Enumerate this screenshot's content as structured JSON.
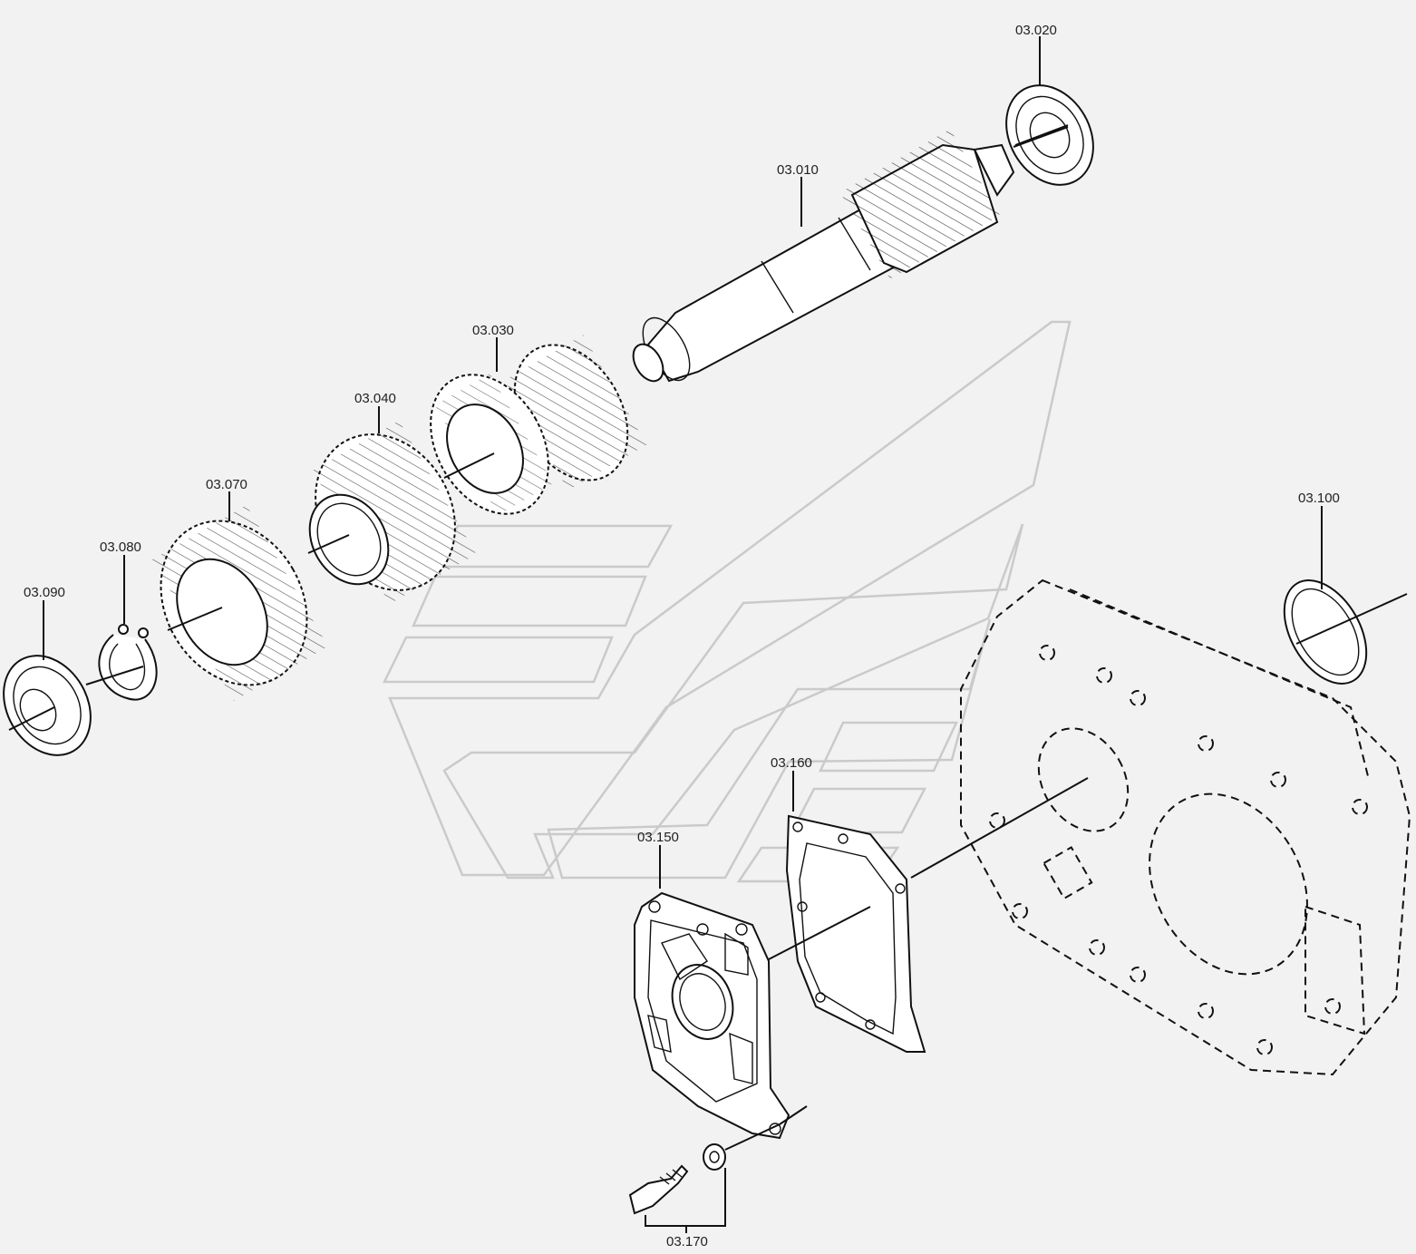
{
  "diagram": {
    "labels": [
      {
        "id": "p03020",
        "text": "03.020"
      },
      {
        "id": "p03010",
        "text": "03.010"
      },
      {
        "id": "p03030",
        "text": "03.030"
      },
      {
        "id": "p03040",
        "text": "03.040"
      },
      {
        "id": "p03070",
        "text": "03.070"
      },
      {
        "id": "p03080",
        "text": "03.080"
      },
      {
        "id": "p03090",
        "text": "03.090"
      },
      {
        "id": "p03100",
        "text": "03.100"
      },
      {
        "id": "p03160",
        "text": "03.160"
      },
      {
        "id": "p03150",
        "text": "03.150"
      },
      {
        "id": "p03170",
        "text": "03.170"
      }
    ],
    "colors": {
      "line": "#111111",
      "background": "#f1f2f1",
      "watermark": "#c9cac9"
    }
  }
}
